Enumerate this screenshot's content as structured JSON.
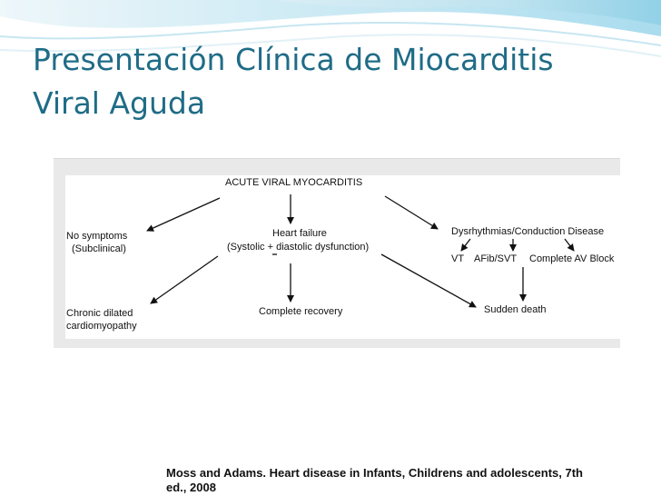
{
  "slide": {
    "title_line1": "Presentación Clínica de Miocarditis",
    "title_line2": "Viral Aguda",
    "accent_color": "#1f6c87"
  },
  "diagram": {
    "root": "ACUTE VIRAL MYOCARDITIS",
    "no_symptoms": "No symptoms",
    "subclinical": "(Subclinical)",
    "heart_failure": "Heart failure",
    "heart_failure_detail": "(Systolic + diastolic dysfunction)",
    "dysrhythmias": "Dysrhythmias/Conduction Disease",
    "vt": "VT",
    "afib_svt": "AFib/SVT",
    "complete_av_block": "Complete AV Block",
    "chronic_dilated": "Chronic dilated",
    "cardiomyopathy": "cardiomyopathy",
    "complete_recovery": "Complete recovery",
    "sudden_death": "Sudden death"
  },
  "citation": {
    "line1": "Moss and Adams. Heart disease in Infants, Childrens and adolescents, 7th",
    "line2": "ed.,  2008"
  }
}
